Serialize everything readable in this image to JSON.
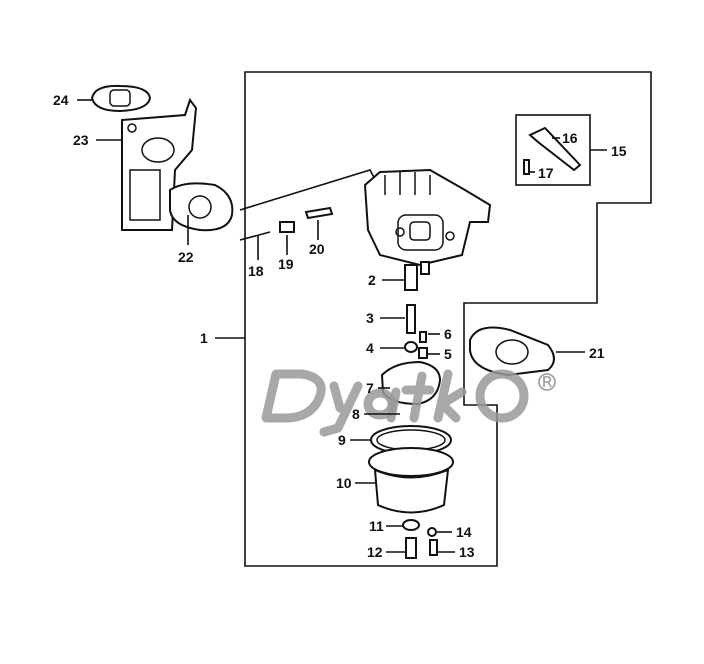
{
  "diagram": {
    "title": "Carburetor assembly exploded parts diagram",
    "watermark": "DyatkO",
    "watermark_mark": "®",
    "labels": {
      "l1": "1",
      "l2": "2",
      "l3": "3",
      "l4": "4",
      "l5": "5",
      "l6": "6",
      "l7": "7",
      "l8": "8",
      "l9": "9",
      "l10": "10",
      "l11": "11",
      "l12": "12",
      "l13": "13",
      "l14": "14",
      "l15": "15",
      "l16": "16",
      "l17": "17",
      "l18": "18",
      "l19": "19",
      "l20": "20",
      "l21": "21",
      "l22": "22",
      "l23": "23",
      "l24": "24"
    }
  }
}
